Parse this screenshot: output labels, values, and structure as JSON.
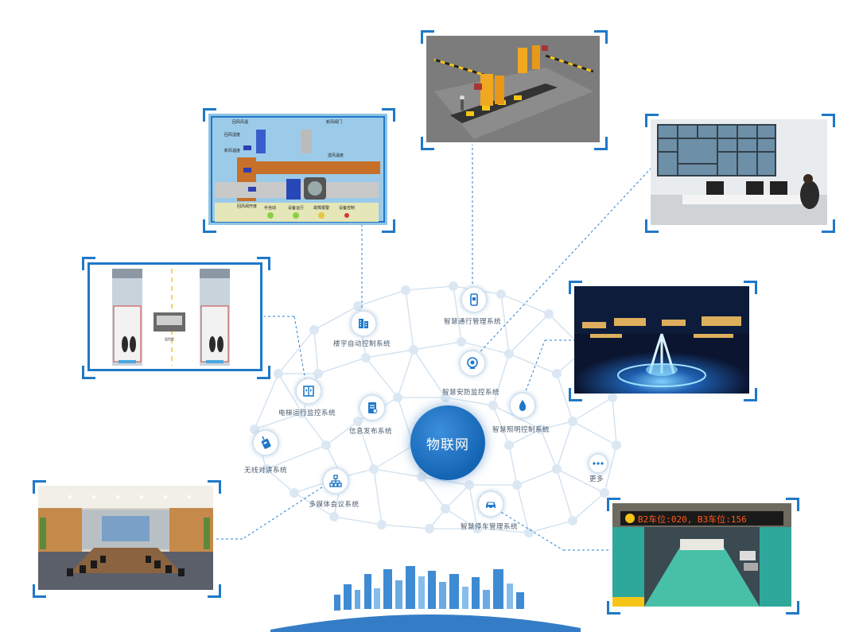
{
  "hub": {
    "label": "物联网"
  },
  "systems": [
    {
      "id": "building",
      "label": "楼宇自动控制系统",
      "icon": "building-icon"
    },
    {
      "id": "traffic",
      "label": "智慧通行管理系统",
      "icon": "phone-card-icon"
    },
    {
      "id": "security",
      "label": "智慧安防监控系统",
      "icon": "camera-icon"
    },
    {
      "id": "elevator",
      "label": "电梯运行监控系统",
      "icon": "elevator-icon"
    },
    {
      "id": "info",
      "label": "信息发布系统",
      "icon": "document-icon"
    },
    {
      "id": "lighting",
      "label": "智慧照明控制系统",
      "icon": "light-drop-icon"
    },
    {
      "id": "intercom",
      "label": "无线对讲系统",
      "icon": "walkie-talkie-icon"
    },
    {
      "id": "multimedia",
      "label": "多媒体会议系统",
      "icon": "hierarchy-icon"
    },
    {
      "id": "more",
      "label": "更多",
      "icon": "ellipsis-icon"
    },
    {
      "id": "parking",
      "label": "智慧停车管理系统",
      "icon": "car-icon"
    }
  ],
  "hvac_panel": {
    "labels": [
      "回风风温",
      "回风湿度",
      "新风温度",
      "新风阀门",
      "送风温度",
      "回风阀开度",
      "手自动",
      "设备运行",
      "故障报警",
      "设备控制"
    ]
  },
  "elevator_panel": {
    "caption": "监控室"
  },
  "parking_panel": {
    "led_text": "B2车位:020, B3车位:156"
  },
  "colors": {
    "accent": "#1f78c8",
    "hub": "#1464b4",
    "network": "#c9dcec"
  }
}
